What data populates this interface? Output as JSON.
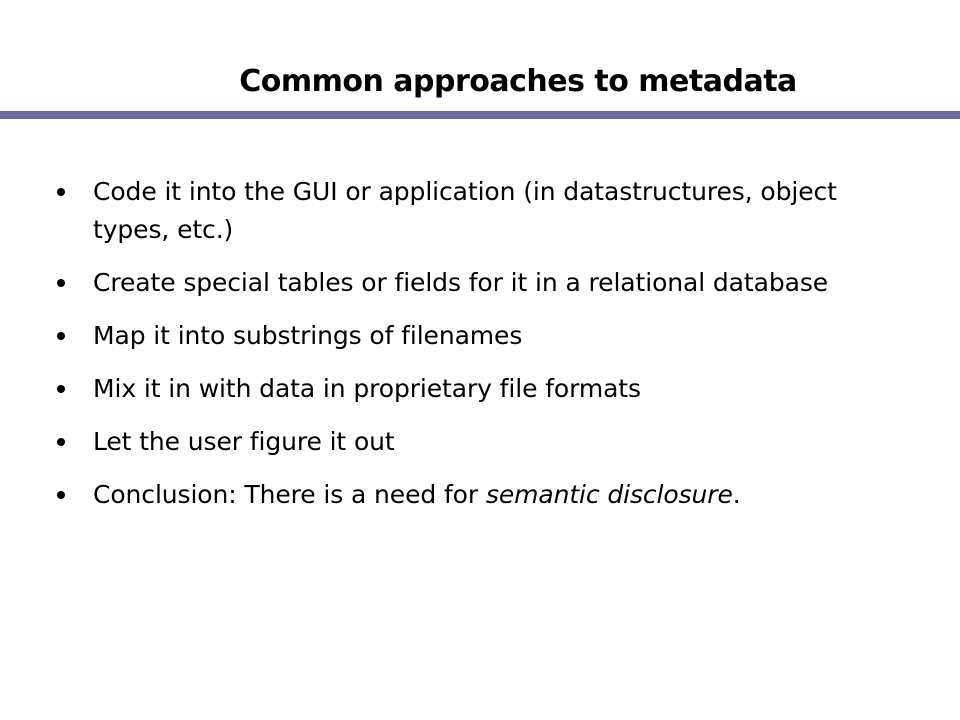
{
  "slide": {
    "title": "Common approaches to metadata",
    "rule_color": "#6b6f9c",
    "bullets": [
      {
        "segments": [
          {
            "text": "Code it into the GUI or application (in datastructures, object types, etc.)"
          }
        ]
      },
      {
        "segments": [
          {
            "text": "Create special tables or fields for it in a relational database"
          }
        ]
      },
      {
        "segments": [
          {
            "text": "Map it into substrings of filenames"
          }
        ]
      },
      {
        "segments": [
          {
            "text": "Mix it in with data in proprietary file formats"
          }
        ]
      },
      {
        "segments": [
          {
            "text": "Let the user figure it out"
          }
        ]
      },
      {
        "segments": [
          {
            "text": "Conclusion: There is a need for "
          },
          {
            "text": "semantic disclosure",
            "italic": true
          },
          {
            "text": "."
          }
        ]
      }
    ]
  }
}
